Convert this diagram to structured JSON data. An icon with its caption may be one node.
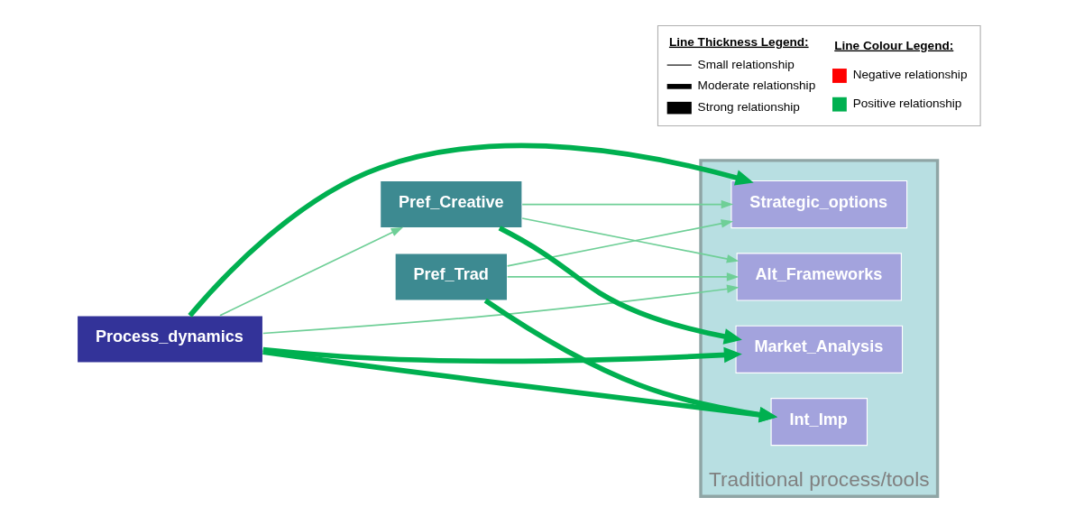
{
  "diagram": {
    "nodes": [
      {
        "text": [
          "Process_dynamics"
        ]
      },
      {
        "text": [
          "Pref_Trad"
        ]
      },
      {
        "text": [
          "Pref_Creative"
        ]
      },
      {
        "text": [
          "Traditional process/tools"
        ]
      },
      {
        "text": [
          "Strategic_options"
        ],
        "in": 3
      },
      {
        "text": [
          "Int_Imp"
        ],
        "in": 3
      },
      {
        "text": [
          "Market_Analysis"
        ],
        "in": 3
      },
      {
        "text": [
          "Alt_Frameworks"
        ],
        "in": 3
      }
    ],
    "edges": [
      {
        "from": 0,
        "to": 2,
        "arrow": "to"
      },
      {
        "from": 0,
        "to": 6,
        "arrow": "to",
        "style": "thick",
        "color": "#00b050"
      },
      {
        "from": 0,
        "to": 4,
        "arrow": "to",
        "style": "thick",
        "color": "#00b050"
      },
      {
        "from": 0,
        "to": 5,
        "arrow": "to",
        "style": "thick",
        "color": "#00b050"
      },
      {
        "from": 0,
        "to": 7,
        "arrow": "to"
      },
      {
        "from": 1,
        "to": 5,
        "arrow": "to",
        "style": "thick",
        "color": "#00b050"
      },
      {
        "from": 1,
        "to": 4,
        "arrow": "to"
      },
      {
        "from": 1,
        "to": 7,
        "arrow": "to"
      },
      {
        "from": 2,
        "to": 6,
        "arrow": "to",
        "style": "thick",
        "color": "#00b050"
      },
      {
        "from": 2,
        "to": 4,
        "arrow": "to"
      },
      {
        "from": 2,
        "to": 7,
        "arrow": "to"
      }
    ],
    "labels": [
      "Line Thickness Legend:",
      "Line Colour Legend:"
    ],
    "legend": [
      {
        "text": "Small relationship"
      },
      {
        "text": "Moderate relationship"
      },
      {
        "text": "Strong relationship"
      },
      {
        "text": "Negative relationship",
        "color": "#ff0000"
      },
      {
        "text": "Positive relationship",
        "color": "#00b050"
      }
    ]
  }
}
